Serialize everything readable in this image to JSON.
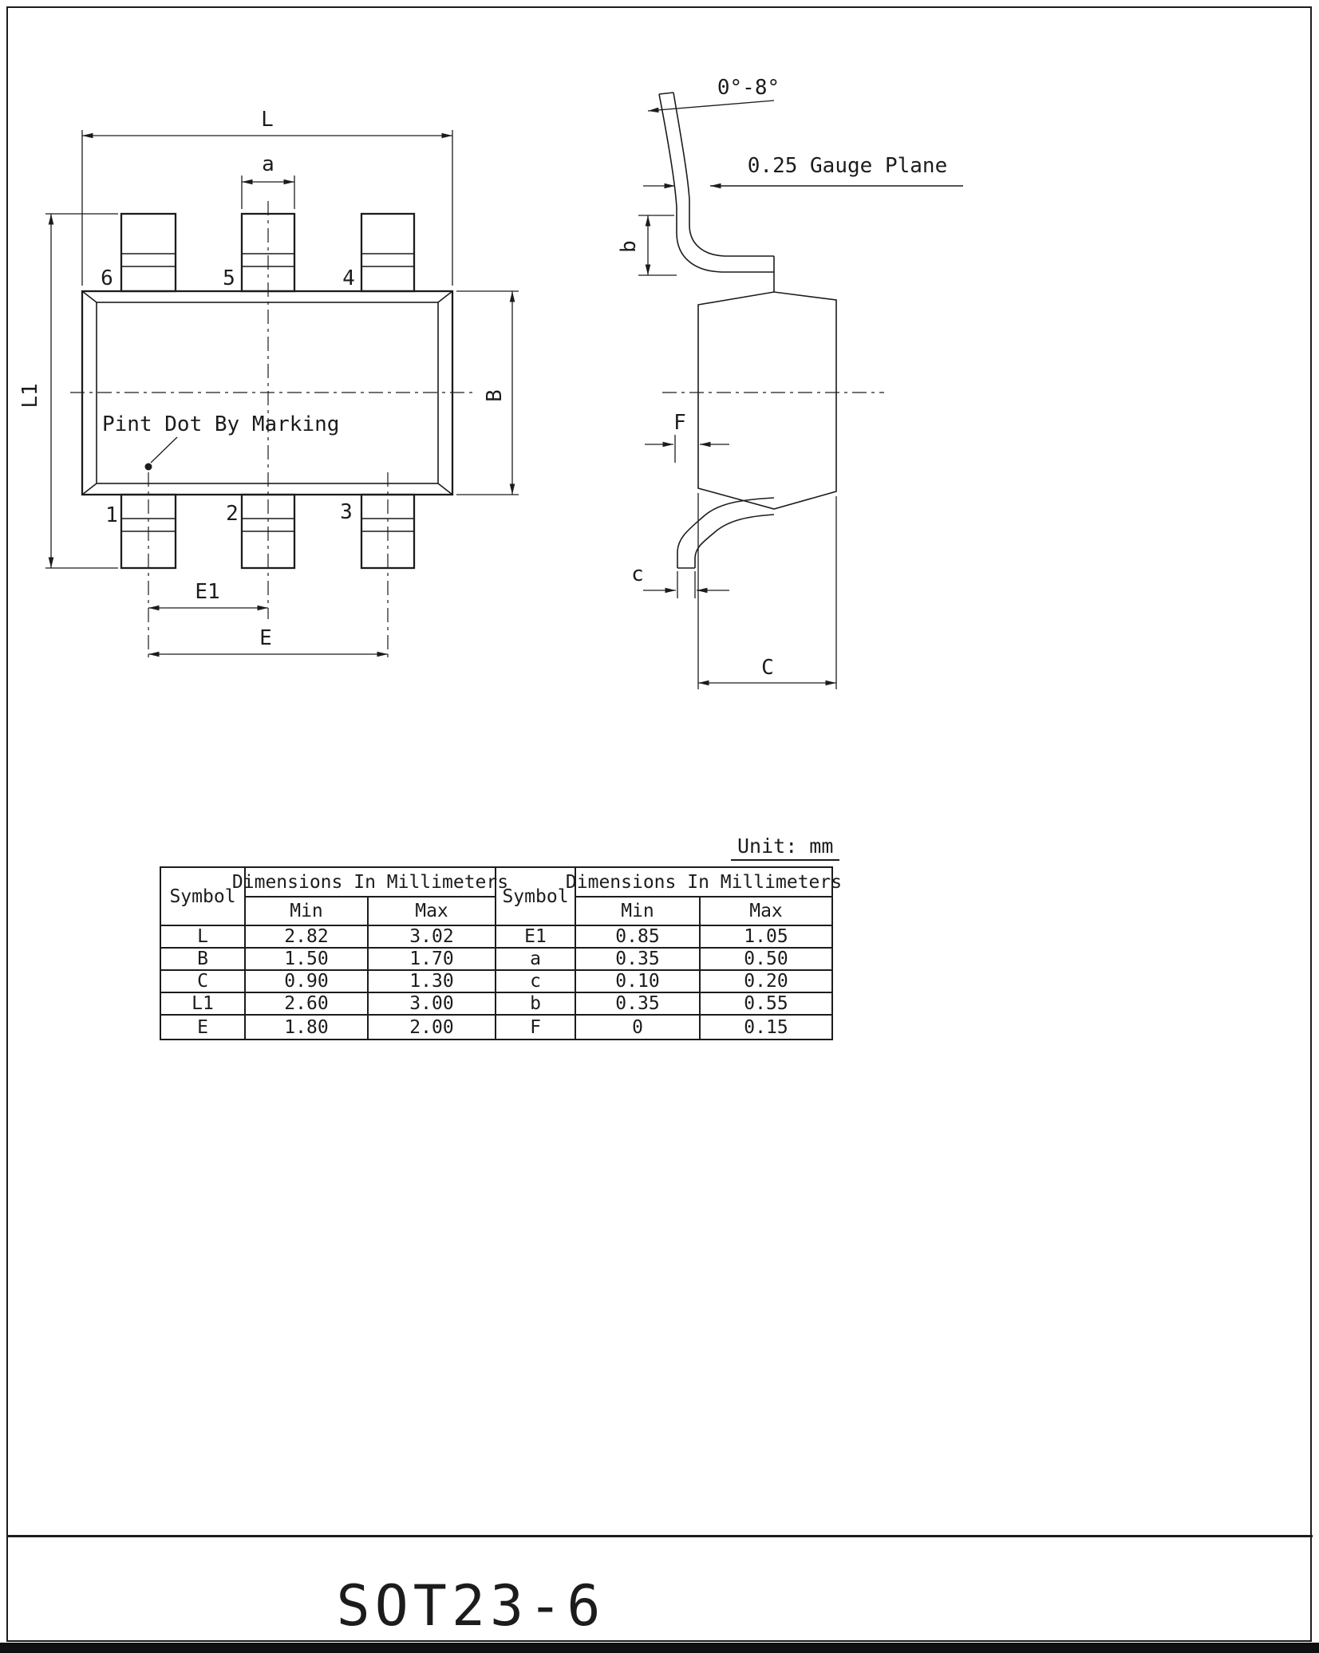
{
  "page": {
    "title": "SOT23-6",
    "unit_label": "Unit: mm"
  },
  "top_view": {
    "marking_note": "Pint Dot By Marking",
    "pin_numbers": {
      "p1": "1",
      "p2": "2",
      "p3": "3",
      "p4": "4",
      "p5": "5",
      "p6": "6"
    },
    "labels": {
      "L": "L",
      "a": "a",
      "L1": "L1",
      "B": "B",
      "E1": "E1",
      "E": "E"
    }
  },
  "side_view": {
    "angle_label": "0°-8°",
    "gauge_plane_label": "0.25 Gauge Plane",
    "labels": {
      "b": "b",
      "F": "F",
      "c": "c",
      "C": "C"
    }
  },
  "table": {
    "symbol_header": "Symbol",
    "dims_header": "Dimensions In Millimeters",
    "min_header": "Min",
    "max_header": "Max",
    "left_rows": [
      {
        "symbol": "L",
        "min": "2.82",
        "max": "3.02"
      },
      {
        "symbol": "B",
        "min": "1.50",
        "max": "1.70"
      },
      {
        "symbol": "C",
        "min": "0.90",
        "max": "1.30"
      },
      {
        "symbol": "L1",
        "min": "2.60",
        "max": "3.00"
      },
      {
        "symbol": "E",
        "min": "1.80",
        "max": "2.00"
      }
    ],
    "right_rows": [
      {
        "symbol": "E1",
        "min": "0.85",
        "max": "1.05"
      },
      {
        "symbol": "a",
        "min": "0.35",
        "max": "0.50"
      },
      {
        "symbol": "c",
        "min": "0.10",
        "max": "0.20"
      },
      {
        "symbol": "b",
        "min": "0.35",
        "max": "0.55"
      },
      {
        "symbol": "F",
        "min": "0",
        "max": "0.15"
      }
    ]
  }
}
